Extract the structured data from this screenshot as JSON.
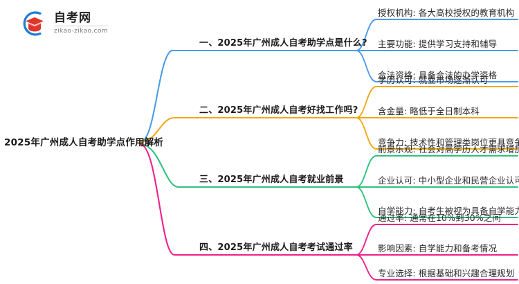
{
  "logo": {
    "title": "自考网",
    "domain": "zikao-zikao.com",
    "mark_icon": "graduation-cap-icon",
    "arc_color": "#1A7FD4",
    "cap_color": "#E0352B"
  },
  "mindmap": {
    "root": "2025年广州成人自考助学点作用解析",
    "branches": [
      {
        "label": "一、2025年广州成人自考助学点是什么?",
        "color": "#4C9BE8",
        "children": [
          "授权机构: 各大高校授权的教育机构",
          "主要功能: 提供学习支持和辅导",
          "合法资格: 具备合法的办学资格"
        ]
      },
      {
        "label": "二、2025年广州成人自考好找工作吗?",
        "color": "#F0A818",
        "children": [
          "学历认可: 就业市场逐渐认可",
          "含金量: 略低于全日制本科",
          "竞争力: 技术性和管理类岗位更具竞争力"
        ]
      },
      {
        "label": "三、2025年广州成人自考就业前景",
        "color": "#2EC27E",
        "children": [
          "前景乐观: 社会对高学历人才需求增加",
          "企业认可: 中小型企业和民营企业认可度高",
          "自学能力: 自考生被视为具备自学能力"
        ]
      },
      {
        "label": "四、2025年广州成人自考考试通过率",
        "color": "#EE2189",
        "children": [
          "通过率: 通常在10%到30%之间",
          "影响因素: 自学能力和备考情况",
          "专业选择: 根据基础和兴趣合理规划"
        ]
      }
    ]
  }
}
